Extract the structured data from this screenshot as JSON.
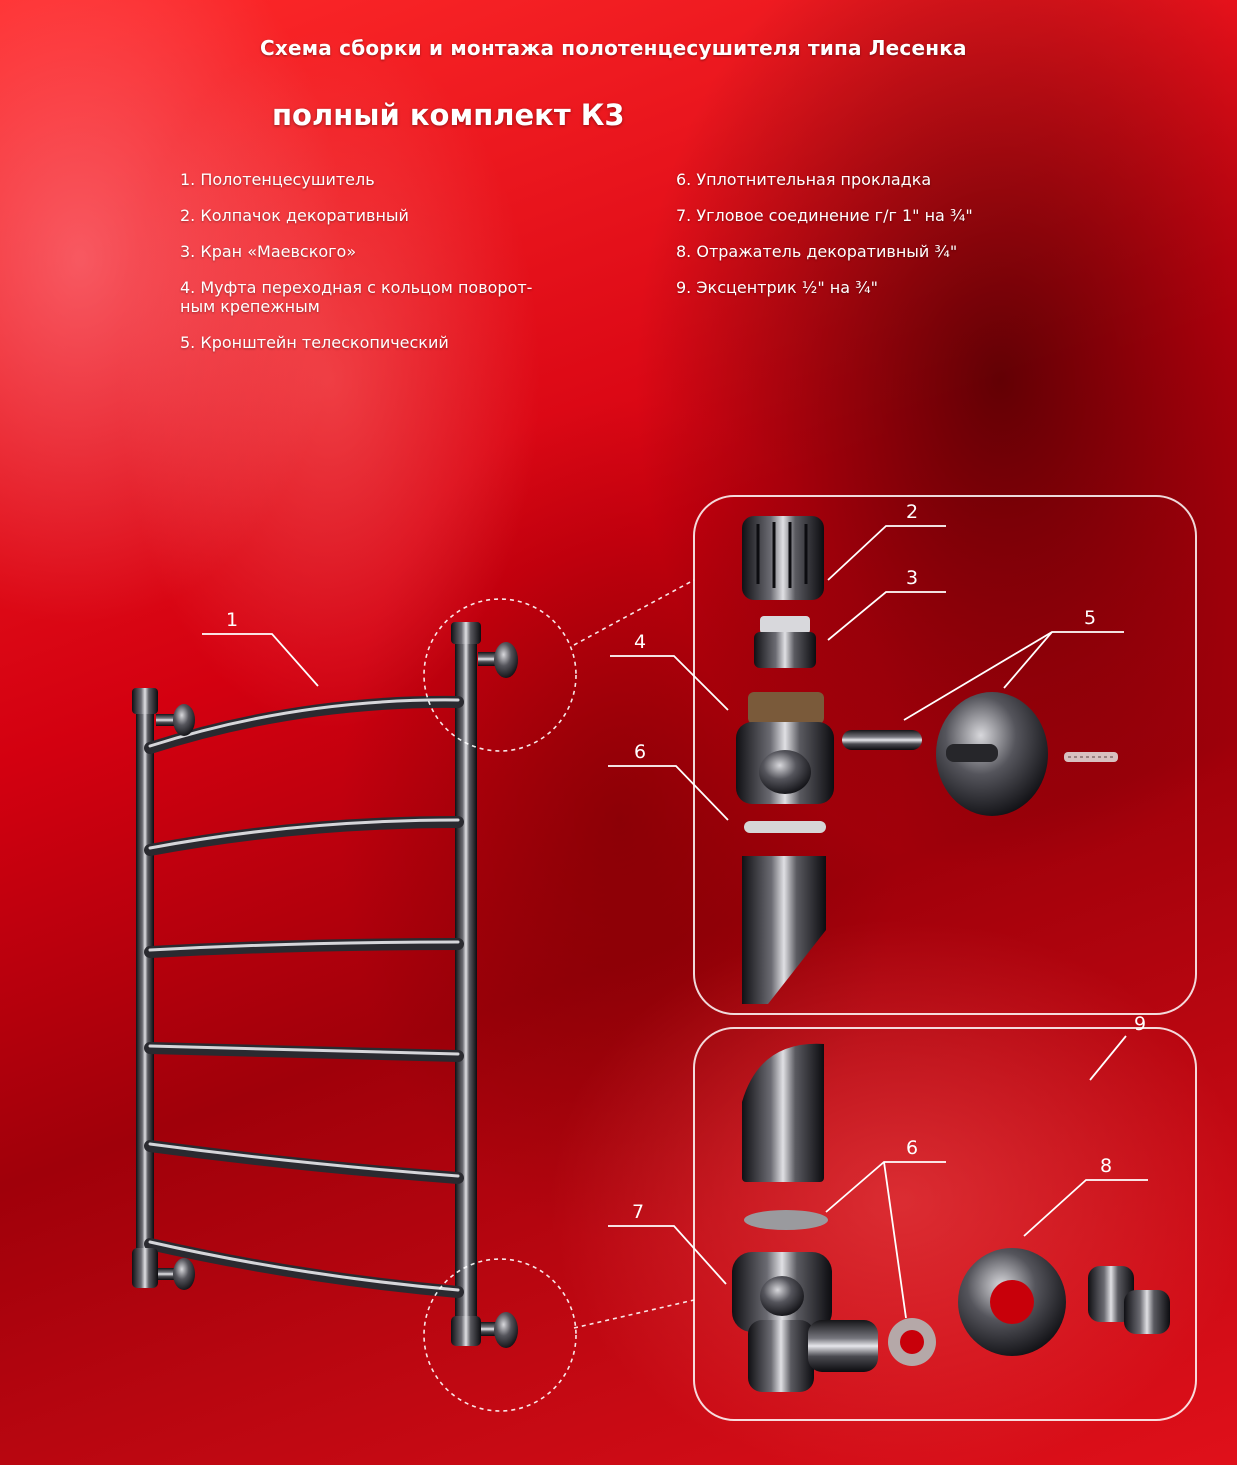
{
  "title": "Схема сборки и монтажа полотенцесушителя типа Лесенка",
  "subtitle": "полный комплект К3",
  "legend_left": [
    "1. Полотенцесушитель",
    "2. Колпачок декоративный",
    "3. Кран «Маевского»",
    "4. Муфта переходная с кольцом поворот-\nным крепежным",
    "5. Кронштейн телескопический"
  ],
  "legend_right": [
    "6. Уплотнительная прокладка",
    "7. Угловое соединение г/г  1\" на ¾\"",
    "8. Отражатель декоративный ¾\"",
    "9. Эксцентрик ½\" на ¾\""
  ],
  "callouts": {
    "c1": "1",
    "c2": "2",
    "c3": "3",
    "c4": "4",
    "c5": "5",
    "c6a": "6",
    "c9": "9",
    "c6b": "6",
    "c7": "7",
    "c8": "8"
  },
  "colors": {
    "background": "#c8000a",
    "text": "#ffffff",
    "chrome_dark": "#1e1e22",
    "chrome_light": "#c8c8cc"
  }
}
